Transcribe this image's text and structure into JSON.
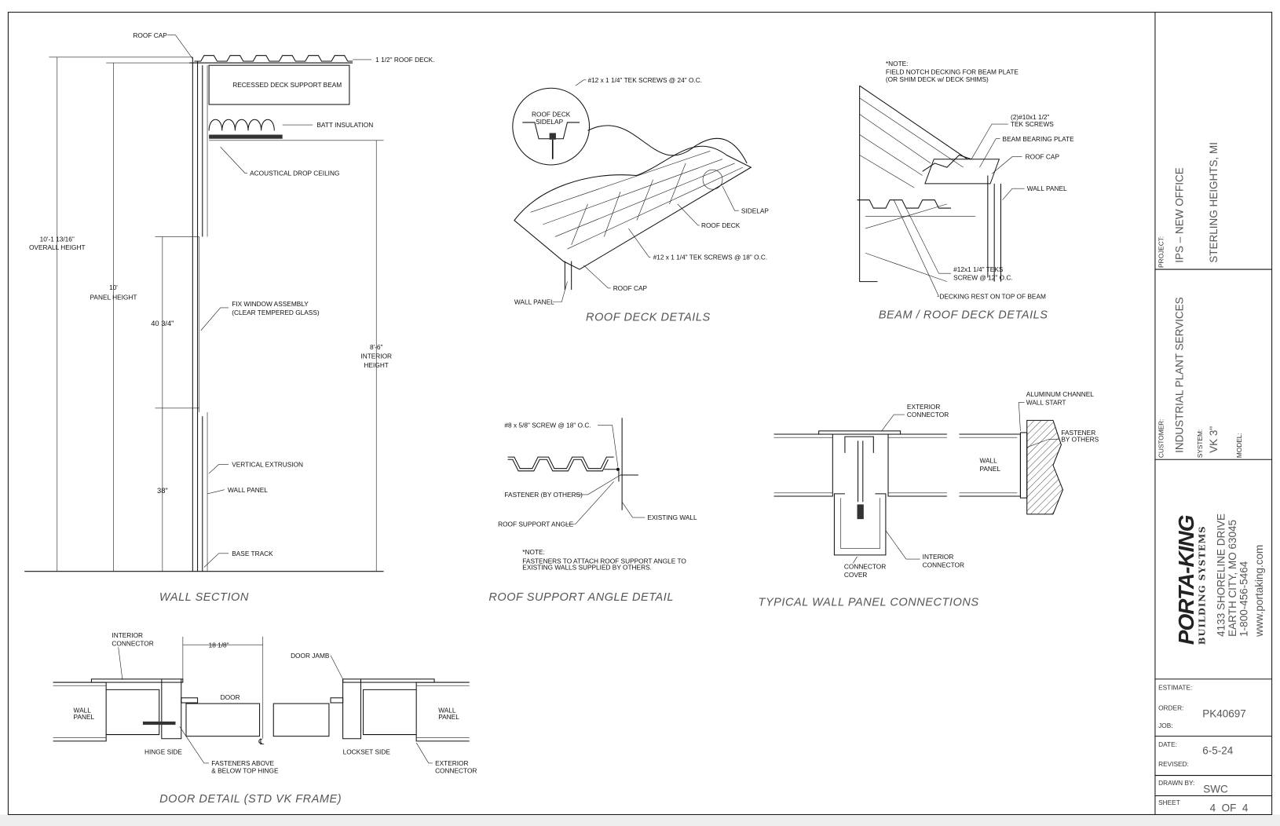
{
  "wall_section": {
    "title": "WALL SECTION",
    "roof_cap": "ROOF CAP",
    "roof_deck": "1 1/2\" ROOF DECK.",
    "beam": "RECESSED DECK SUPPORT BEAM",
    "batt": "BATT INSULATION",
    "ceiling": "ACOUSTICAL DROP CEILING",
    "overall_1": "10'-1 13/16\"",
    "overall_2": "OVERALL HEIGHT",
    "panel_1": "10'",
    "panel_2": "PANEL HEIGHT",
    "window_dim": "40 3/4\"",
    "window_1": "FIX WINDOW ASSEMBLY",
    "window_2": "(CLEAR TEMPERED GLASS)",
    "interior_1": "8'-6\"",
    "interior_2": "INTERIOR",
    "interior_3": "HEIGHT",
    "extrusion": "VERTICAL EXTRUSION",
    "lower_dim": "38\"",
    "wall_panel": "WALL PANEL",
    "base_track": "BASE TRACK"
  },
  "roof_deck": {
    "title": "ROOF DECK DETAILS",
    "screws_24": "#12 x 1 1/4\" TEK SCREWS @ 24\" O.C.",
    "sidelap_1": "ROOF DECK",
    "sidelap_2": "SIDELAP",
    "sidelap": "SIDELAP",
    "deck": "ROOF DECK",
    "screws_18": "#12 x 1 1/4\" TEK SCREWS @ 18\" O.C.",
    "roof_cap": "ROOF CAP",
    "wall_panel": "WALL PANEL"
  },
  "beam_deck": {
    "title": "BEAM / ROOF DECK DETAILS",
    "note_1": "*NOTE:",
    "note_2": "FIELD NOTCH DECKING FOR BEAM PLATE",
    "note_3": "(OR SHIM DECK w/ DECK SHIMS)",
    "tek_1": "(2)#10x1 1/2\"",
    "tek_2": "TEK SCREWS",
    "plate": "BEAM BEARING PLATE",
    "roof_cap": "ROOF CAP",
    "wall_panel": "WALL PANEL",
    "teks_1": "#12x1 1/4\" TEKS",
    "teks_2": "SCREW @ 12\" O.C.",
    "rest": "DECKING REST ON TOP OF BEAM"
  },
  "support_angle": {
    "title": "ROOF SUPPORT ANGLE DETAIL",
    "screw": "#8 x 5/8\" SCREW @ 18\" O.C.",
    "fastener": "FASTENER (BY OTHERS)",
    "angle": "ROOF SUPPORT ANGLE",
    "existing": "EXISTING WALL",
    "note_1": "*NOTE:",
    "note_2": "FASTENERS TO ATTACH ROOF SUPPORT ANGLE TO",
    "note_3": "EXISTING WALLS SUPPLIED BY OTHERS."
  },
  "connections": {
    "title": "TYPICAL WALL PANEL CONNECTIONS",
    "ext_1": "EXTERIOR",
    "ext_2": "CONNECTOR",
    "alu_1": "ALUMINUM CHANNEL",
    "alu_2": "WALL START",
    "fast_1": "FASTENER",
    "fast_2": "BY OTHERS",
    "wall_1": "WALL",
    "wall_2": "PANEL",
    "cover_1": "CONNECTOR",
    "cover_2": "COVER",
    "int_1": "INTERIOR",
    "int_2": "CONNECTOR"
  },
  "door": {
    "title": "DOOR DETAIL (STD VK FRAME)",
    "int_1": "INTERIOR",
    "int_2": "CONNECTOR",
    "width": "18 1/8\"",
    "jamb": "DOOR JAMB",
    "door": "DOOR",
    "wall_1": "WALL",
    "wall_2": "PANEL",
    "hinge": "HINGE SIDE",
    "lockset": "LOCKSET SIDE",
    "fast_1": "FASTENERS ABOVE",
    "fast_2": "& BELOW TOP HINGE",
    "ext_1": "EXTERIOR",
    "ext_2": "CONNECTOR",
    "centerline": "℄"
  },
  "title_block": {
    "project_label": "PROJECT:",
    "project": "IPS – NEW OFFICE",
    "location": "STERLING HEIGHTS, MI",
    "customer_label": "CUSTOMER:",
    "customer": "INDUSTRIAL PLANT SERVICES",
    "system_label": "SYSTEM:",
    "system": "VK 3\"",
    "model_label": "MODEL:",
    "logo": "PORTA-KING",
    "logo_sub": "BUILDING SYSTEMS",
    "address_1": "4133 SHORELINE DRIVE",
    "address_2": "EARTH CITY, MO 63045",
    "phone": "1-800-456-5464",
    "web": "www.portaking.com",
    "estimate_label": "ESTIMATE:",
    "order_label": "ORDER:",
    "job_label": "JOB:",
    "order": "PK40697",
    "date_label": "DATE:",
    "date": "6-5-24",
    "revised_label": "REVISED:",
    "drawn_label": "DRAWN BY:",
    "drawn": "SWC",
    "sheet_label": "SHEET",
    "sheet": "4  OF  4"
  }
}
